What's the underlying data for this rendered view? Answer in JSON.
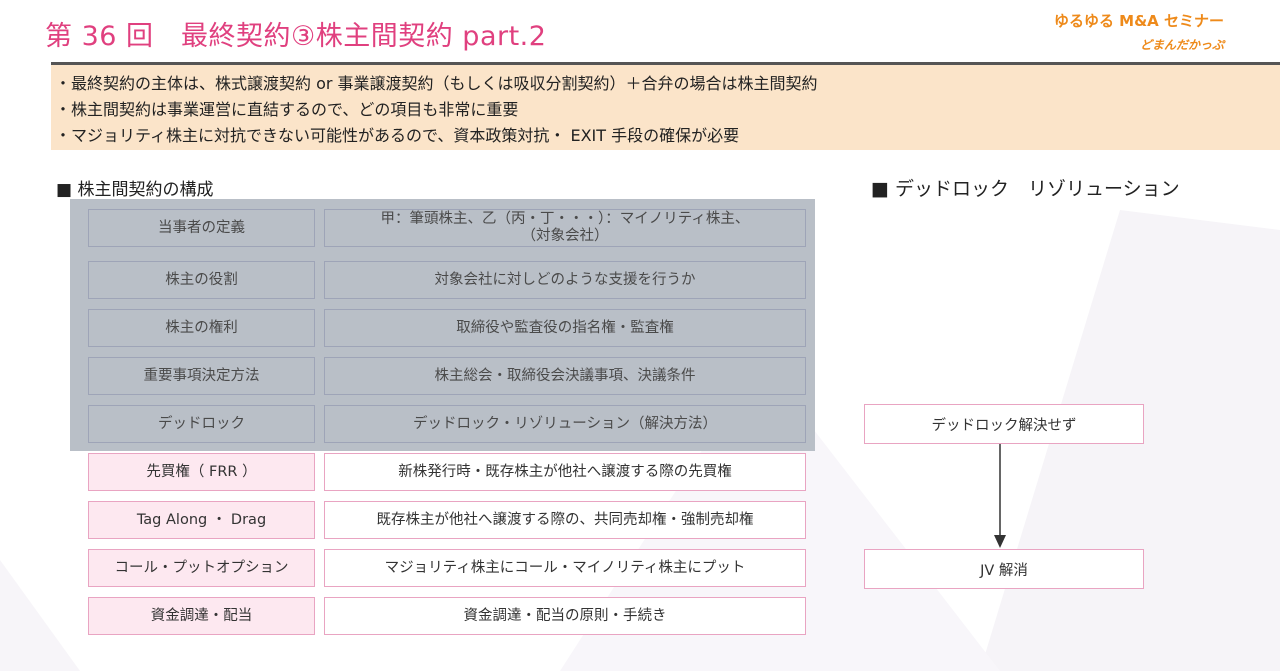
{
  "header": {
    "title": "第 36 回　最終契約③株主間契約 part.2",
    "brand_line1": "ゆるゆる M&A セミナー",
    "brand_line2": "どまんだかっぷ"
  },
  "notes": [
    "・最終契約の主体は、株式譲渡契約 or 事業譲渡契約（もしくは吸収分割契約）＋合弁の場合は株主間契約",
    "・株主間契約は事業運営に直結するので、どの項目も非常に重要",
    "・マジョリティ株主に対抗できない可能性があるので、資本政策対抗・ EXIT 手段の確保が必要"
  ],
  "left_section": {
    "title": "■ 株主間契約の構成",
    "rows": [
      {
        "item": "当事者の定義",
        "desc_line1": "甲：筆頭株主、乙（丙・丁・・・）：マイノリティ株主、",
        "desc_line2": "（対象会社）"
      },
      {
        "item": "株主の役割",
        "desc_line1": "対象会社に対しどのような支援を行うか",
        "desc_line2": ""
      },
      {
        "item": "株主の権利",
        "desc_line1": "取締役や監査役の指名権・監査権",
        "desc_line2": ""
      },
      {
        "item": "重要事項決定方法",
        "desc_line1": "株主総会・取締役会決議事項、決議条件",
        "desc_line2": ""
      },
      {
        "item": "デッドロック",
        "desc_line1": "デッドロック・リゾリューション（解決方法）",
        "desc_line2": ""
      },
      {
        "item": "先買権（ FRR ）",
        "desc_line1": "新株発行時・既存株主が他社へ譲渡する際の先買権",
        "desc_line2": ""
      },
      {
        "item": "Tag Along ・ Drag",
        "desc_line1": "既存株主が他社へ譲渡する際の、共同売却権・強制売却権",
        "desc_line2": ""
      },
      {
        "item": "コール・プットオプション",
        "desc_line1": "マジョリティ株主にコール・マイノリティ株主にプット",
        "desc_line2": ""
      },
      {
        "item": "資金調達・配当",
        "desc_line1": "資金調達・配当の原則・手続き",
        "desc_line2": ""
      }
    ]
  },
  "right_section": {
    "title": "■ デッドロック　リゾリューション",
    "flow_start": "デッドロック解決せず",
    "flow_end": "JV 解消"
  },
  "colors": {
    "title_pink": "#e0407f",
    "brand_orange": "#ee8a1a",
    "notes_bg": "#fbe4c9",
    "gray_block": "#b9bfc7",
    "pink_border": "#e9a4c2",
    "pink_fill": "#fde8f0"
  }
}
